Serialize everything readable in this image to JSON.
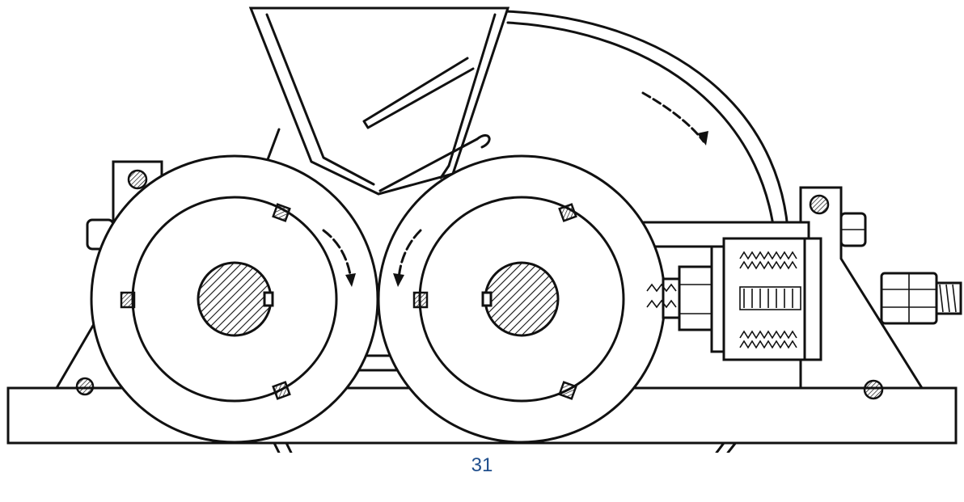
{
  "page": {
    "number": "31",
    "number_color": "#1f4e8c"
  },
  "figure": {
    "ink_color": "#111111",
    "direction_arrows": [
      "clockwise",
      "counterclockwise",
      "clockwise"
    ]
  }
}
